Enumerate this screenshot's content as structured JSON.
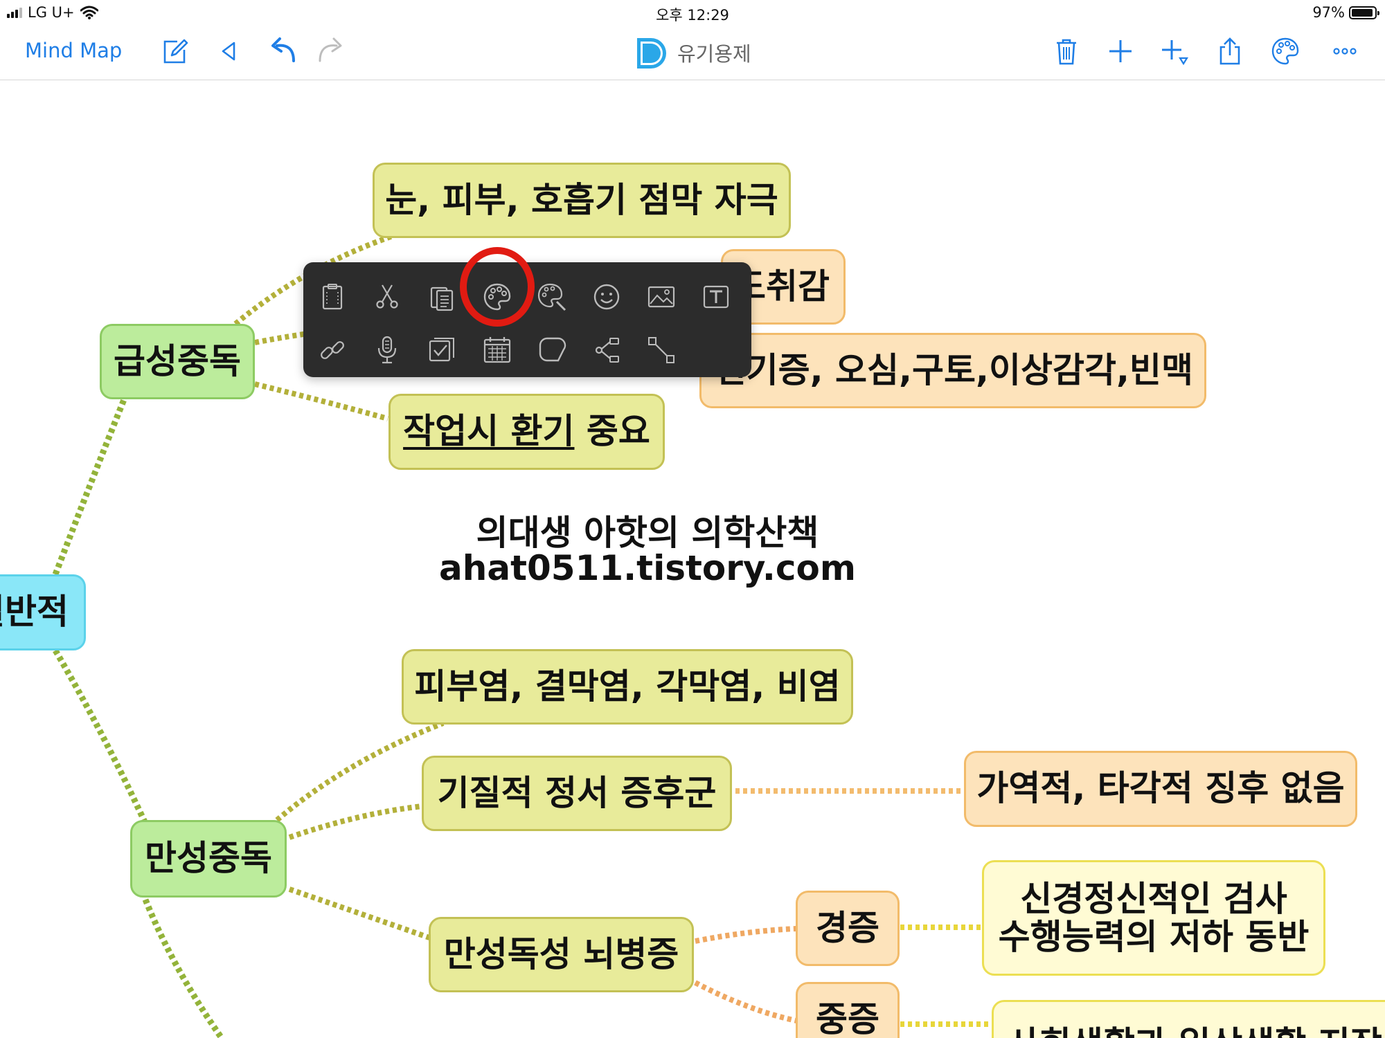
{
  "status_bar": {
    "carrier": "LG U+",
    "time": "오후 12:29",
    "battery": "97%",
    "battery_level": 0.97
  },
  "toolbar": {
    "back_label": "Mind Map",
    "doc_title": "유기용제",
    "accent": "#1f7ee6",
    "icons_left": [
      "edit-icon",
      "triangle-left-icon",
      "undo-icon",
      "redo-icon"
    ],
    "icons_right": [
      "trash-icon",
      "plus-icon",
      "add-child-icon",
      "share-icon",
      "palette-icon",
      "more-icon"
    ]
  },
  "mindmap": {
    "center": "일반적",
    "acute": {
      "label": "급성중독",
      "children": [
        "눈, 피부, 호흡기 점막 자극",
        "도취감",
        "현기증, 오심,구토,이상감각,빈맥",
        {
          "underlined": "작업시 환기",
          "rest": " 중요"
        }
      ]
    },
    "chronic": {
      "label": "만성중독",
      "children": [
        "피부염, 결막염, 각막염, 비염",
        "기질적 정서 증후군",
        "만성독성 뇌병증"
      ],
      "emotional_syndrome_detail": "가역적, 타각적 징후 없음",
      "encephalopathy": {
        "mild": "경증",
        "mild_detail": [
          "신경정신적인 검사",
          "수행능력의 저하 동반"
        ],
        "severe": "중증",
        "severe_detail": "사회생활과 일상생활 지장"
      }
    }
  },
  "watermark": {
    "line1": "의대생 아핫의 의학산책",
    "line2": "ahat0511.tistory.com"
  },
  "popup_menu": {
    "row1": [
      "clipboard-icon",
      "scissors-icon",
      "paste-icon",
      "palette-icon",
      "style-icon",
      "smiley-icon",
      "image-icon",
      "text-icon"
    ],
    "row2": [
      "link-icon",
      "microphone-icon",
      "checkbox-icon",
      "calendar-icon",
      "shape-icon",
      "relationship-icon",
      "boundary-icon"
    ],
    "highlighted": "palette-icon",
    "highlight_color": "#e11b12"
  }
}
